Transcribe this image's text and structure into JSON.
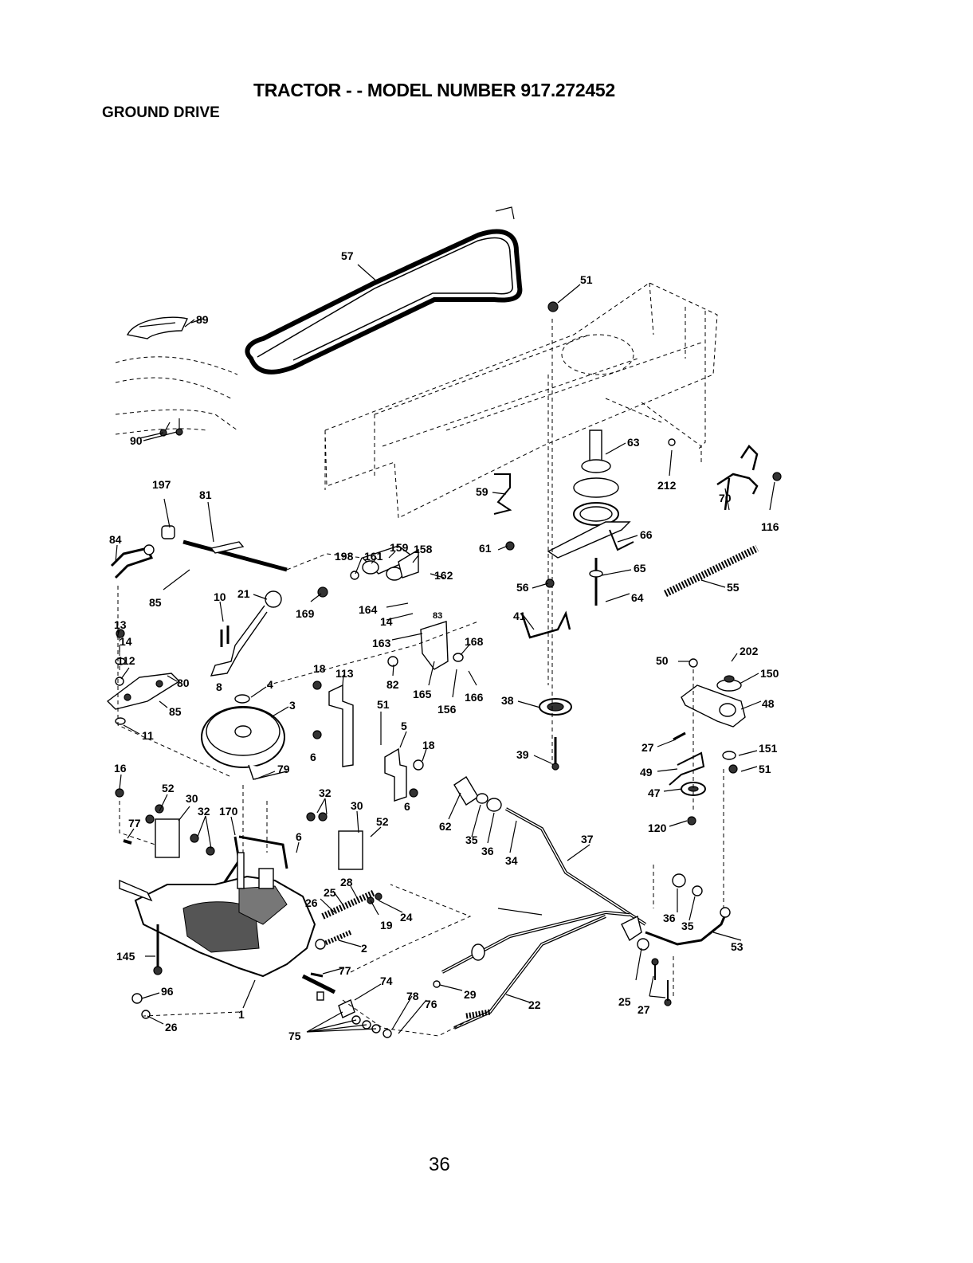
{
  "header": {
    "title": "TRACTOR - - MODEL NUMBER 917.272452",
    "section": "GROUND DRIVE"
  },
  "footer": {
    "page_number": "36"
  },
  "callouts": [
    "57",
    "51",
    "89",
    "90",
    "197",
    "81",
    "84",
    "85",
    "13",
    "14",
    "112",
    "80",
    "85",
    "11",
    "10",
    "21",
    "8",
    "4",
    "3",
    "169",
    "198",
    "161",
    "159",
    "158",
    "162",
    "164",
    "14",
    "83",
    "163",
    "168",
    "18",
    "113",
    "82",
    "165",
    "156",
    "166",
    "51",
    "5",
    "18",
    "6",
    "6",
    "79",
    "16",
    "52",
    "30",
    "32",
    "170",
    "32",
    "30",
    "52",
    "6",
    "77",
    "63",
    "212",
    "70",
    "116",
    "59",
    "61",
    "66",
    "56",
    "65",
    "64",
    "55",
    "41",
    "38",
    "39",
    "50",
    "202",
    "150",
    "48",
    "27",
    "151",
    "49",
    "51",
    "47",
    "120",
    "62",
    "35",
    "36",
    "34",
    "37",
    "25",
    "28",
    "26",
    "19",
    "24",
    "2",
    "77",
    "74",
    "29",
    "22",
    "78",
    "76",
    "75",
    "96",
    "26",
    "145",
    "1",
    "36",
    "35",
    "53",
    "25",
    "27"
  ]
}
